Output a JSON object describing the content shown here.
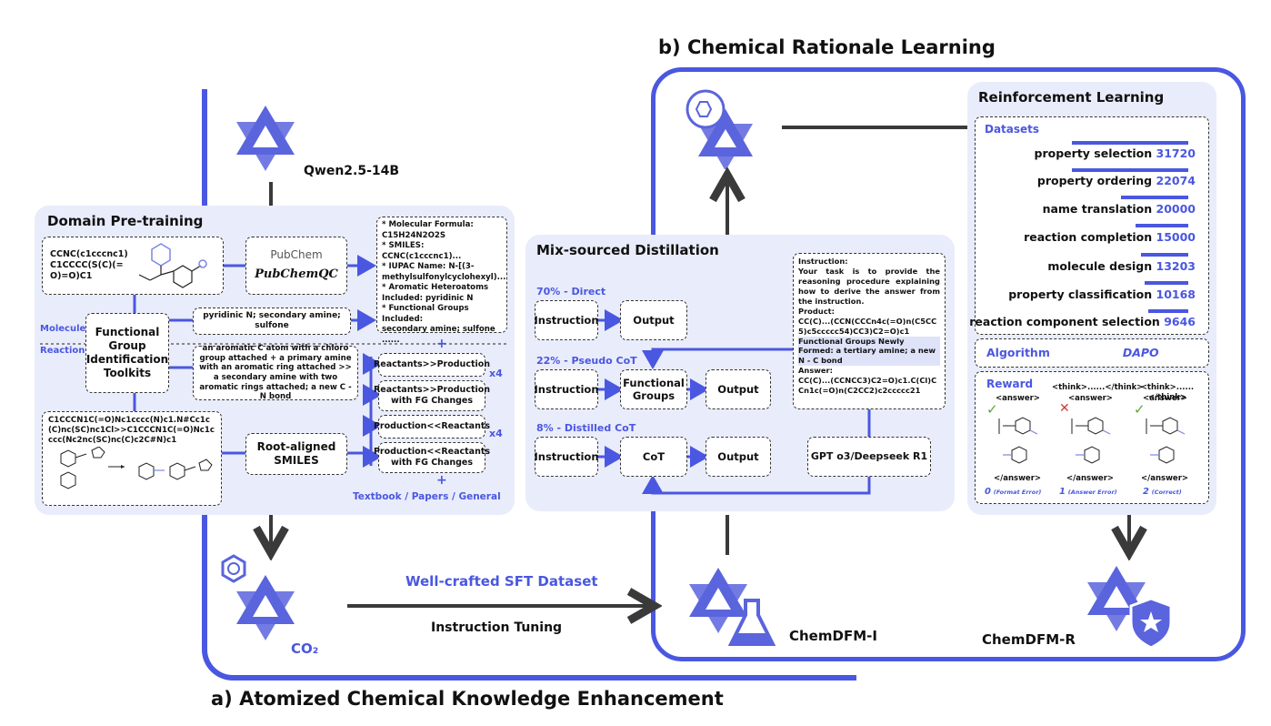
{
  "titles": {
    "b": "b) Chemical Rationale Learning",
    "a": "a) Atomized Chemical Knowledge Enhancement"
  },
  "models": {
    "base": "Qwen2.5-14B",
    "chemdfm_i": "ChemDFM-I",
    "chemdfm_r": "ChemDFM-R",
    "co2": "CO₂"
  },
  "pretrain": {
    "title": "Domain Pre-training",
    "smiles_mol": "CCNC(c1cccnc1)C1CCCC(S(C)(=O)=O)C1",
    "pubchem_logo": "PubChem",
    "pubchemqc_logo": "PubChemQC",
    "mol_info_lines": [
      "* Molecular Formula:",
      "C15H24N2O2S",
      "* SMILES: CCNC(c1cccnc1)...",
      "* IUPAC Name: N-[(3-",
      "methylsulfonylcyclohexyl)...",
      "* Aromatic Heteroatoms",
      "Included: pyridinic N",
      "* Functional Groups Included:",
      "secondary amine; sulfone",
      "......"
    ],
    "label_molecule": "Molecule",
    "label_reaction": "Reaction",
    "fg_toolkit": "Functional Group Identification Toolkits",
    "fg_molecule": "pyridinic N; secondary amine; sulfone",
    "fg_reaction": "an aromatic C atom with a chloro group attached + a primary amine with an aromatic ring attached >> a secondary amine with two aromatic rings attached; a new C - N bond",
    "smiles_rxn": "C1CCCN1C(=O)Nc1cccc(N)c1.N#Cc1c(C)nc(SC)nc1Cl>>C1CCCN1C(=O)Nc1cccc(Nc2nc(SC)nc(C)c2C#N)c1",
    "root_aligned": "Root-aligned SMILES",
    "plus": "+",
    "rxn_tasks": [
      "Reactants>>Production",
      "Reactants>>Production with FG Changes",
      "Production<<Reactants",
      "Production<<Reactants with FG Changes"
    ],
    "x4": "x4",
    "general": "Textbook / Papers / General"
  },
  "sft": {
    "dataset": "Well-crafted SFT Dataset",
    "tuning": "Instruction Tuning"
  },
  "distill": {
    "title": "Mix-sourced Distillation",
    "direct_label": "70% - Direct",
    "pseudo_label": "22% - Pseudo CoT",
    "distilled_label": "8% - Distilled CoT",
    "instruction": "Instruction",
    "output": "Output",
    "functional_groups": "Functional Groups",
    "cot": "CoT",
    "teacher": "GPT o3/Deepseek R1",
    "example_lines": [
      "Instruction:",
      "Your task is to provide the reasoning procedure explaining how to derive the answer from the instruction.",
      "Product:",
      "CC(C)...(CCN(CCCn4c(=O)n(C5CC5)c5ccccc54)CC3)C2=O)c1",
      "Functional Groups Newly Formed: a tertiary amine; a new N - C bond",
      "Answer:",
      "CC(C)...(CCNCC3)C2=O)c1.C(Cl)CCn1c(=O)n(C2CC2)c2ccccc21"
    ]
  },
  "rl": {
    "title": "Reinforcement Learning",
    "datasets_title": "Datasets",
    "datasets": [
      {
        "name": "property selection",
        "count": "31720"
      },
      {
        "name": "property ordering",
        "count": "22074"
      },
      {
        "name": "name translation",
        "count": "20000"
      },
      {
        "name": "reaction completion",
        "count": "15000"
      },
      {
        "name": "molecule design",
        "count": "13203"
      },
      {
        "name": "property classification",
        "count": "10168"
      },
      {
        "name": "reaction component selection",
        "count": "9646"
      }
    ],
    "algorithm_label": "Algorithm",
    "algorithm": "DAPO",
    "reward_title": "Reward",
    "think_tag": "<think>......</think>",
    "answer_open": "<answer>",
    "answer_close": "</answer>",
    "rewards": [
      {
        "score": "0",
        "note": "(Format Error)"
      },
      {
        "score": "1",
        "note": "(Answer Error)"
      },
      {
        "score": "2",
        "note": "(Correct)"
      }
    ]
  },
  "colors": {
    "accent": "#4a57e0",
    "panel": "#e9ecfa",
    "dark_arrow": "#3a3a3a"
  },
  "icons": [
    "qwen-logo-icon",
    "model-logo-icon",
    "flask-icon",
    "shield-star-icon",
    "benzene-icon",
    "check-icon",
    "cross-icon"
  ]
}
